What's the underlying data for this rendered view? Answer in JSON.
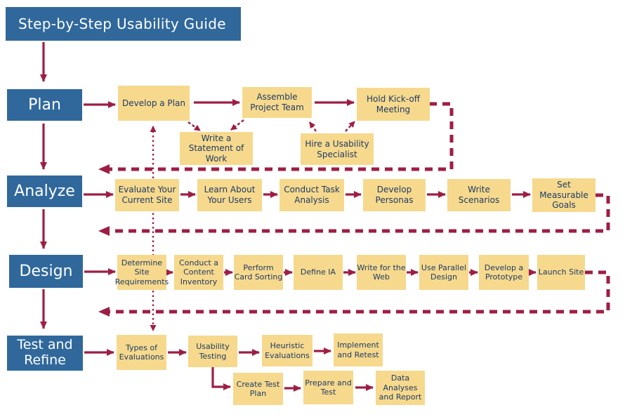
{
  "title": "Step-by-Step Usability Guide",
  "stages": [
    {
      "label": "Plan"
    },
    {
      "label": "Analyze"
    },
    {
      "label": "Design"
    },
    {
      "label": "Test and Refine"
    }
  ],
  "steps": {
    "plan": [
      "Develop a Plan",
      "Assemble Project Team",
      "Hold Kick-off Meeting",
      "Write a Statement of Work",
      "Hire a Usability Specialist"
    ],
    "analyze": [
      "Evaluate Your Current Site",
      "Learn About Your Users",
      "Conduct Task Analysis",
      "Develop Personas",
      "Write Scenarios",
      "Set Measurable Goals"
    ],
    "design": [
      "Determine Site Requirements",
      "Conduct a Content Inventory",
      "Perform Card Sorting",
      "Define IA",
      "Write for the Web",
      "Use Parallel Design",
      "Develop a Prototype",
      "Launch Site"
    ],
    "test": [
      "Types of Evaluations",
      "Usability Testing",
      "Heuristic Evaluations",
      "Implement and Retest",
      "Create Test Plan",
      "Prepare and Test",
      "Data Analyses and Report"
    ]
  },
  "colors": {
    "stage_fill": "#30689C",
    "step_fill": "#F6D98D",
    "arrow": "#9E1E43",
    "step_text": "#1E3A64",
    "stage_text": "#FFFFFF"
  }
}
